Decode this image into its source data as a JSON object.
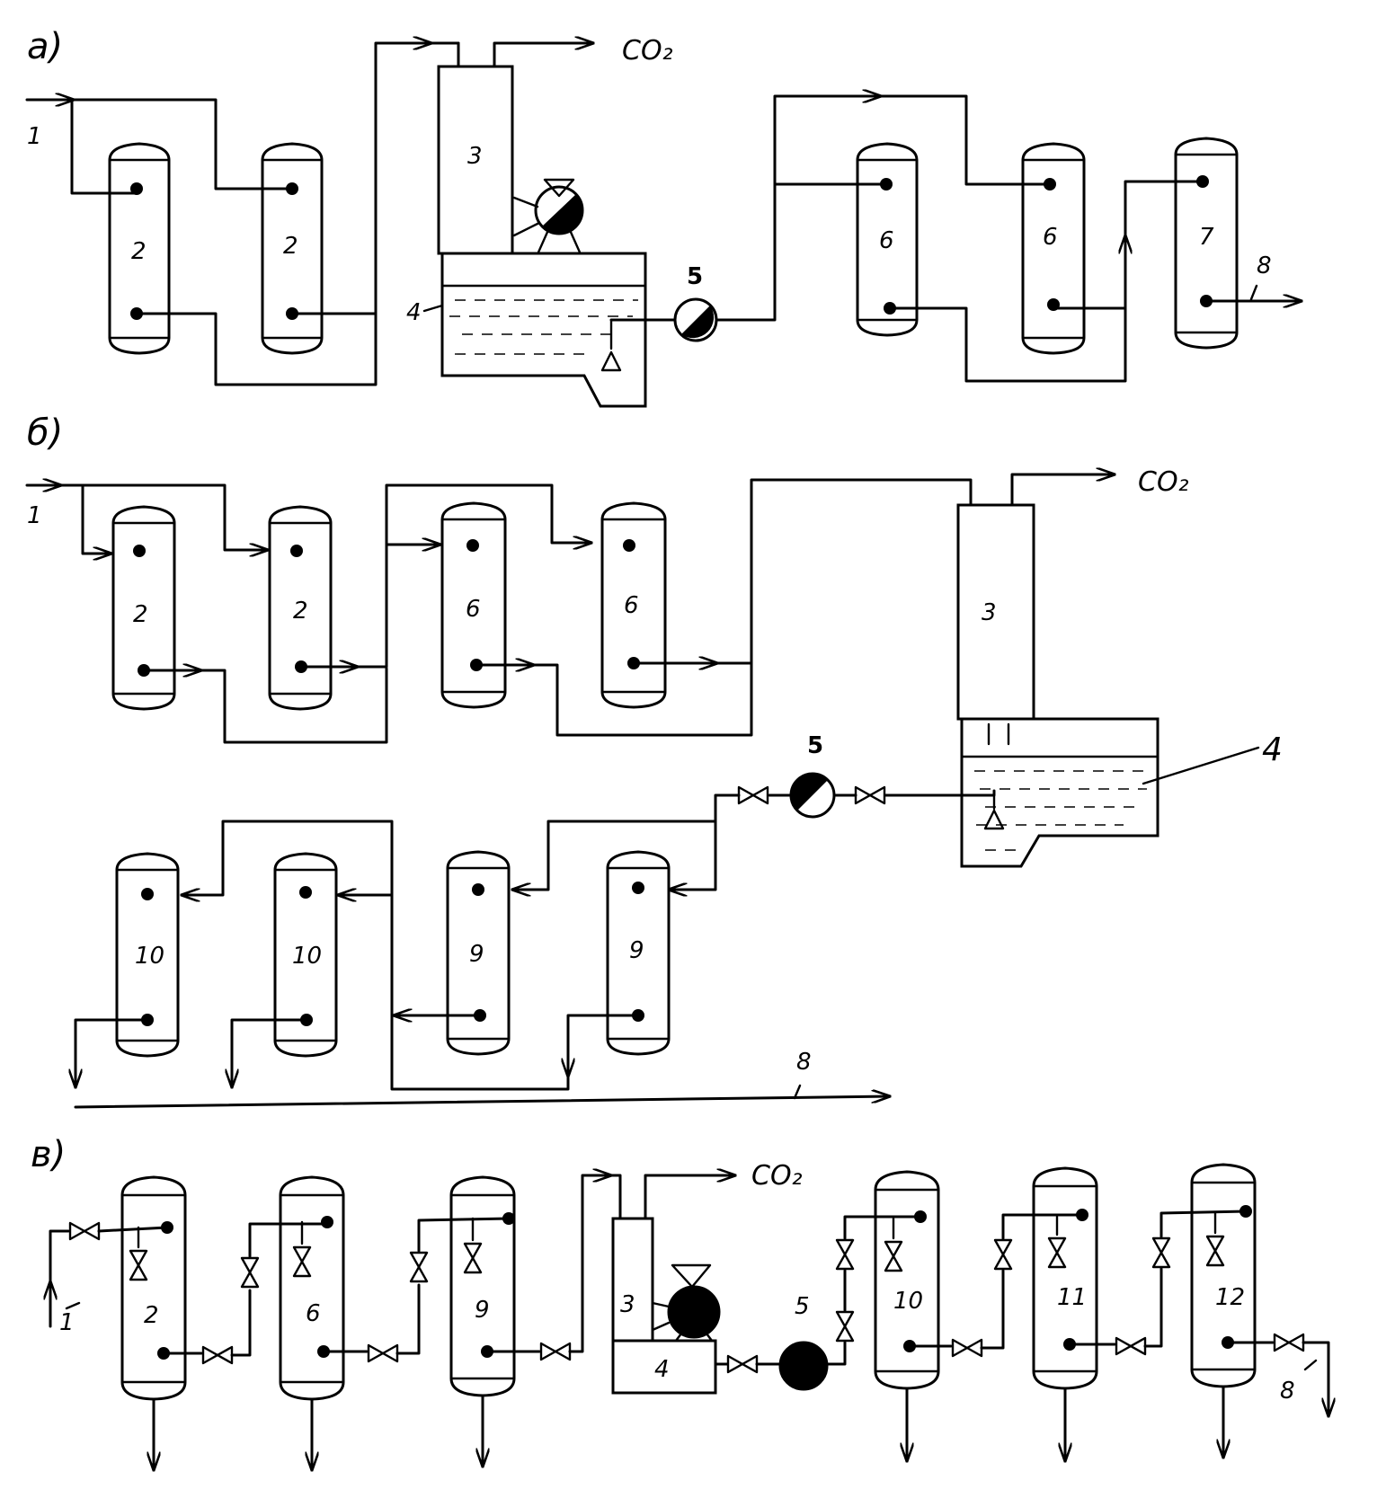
{
  "sections": {
    "a": {
      "letter": "а)",
      "inlet": "1",
      "outlet": "8",
      "gas": "CO₂",
      "vessels": [
        "2",
        "2",
        "3",
        "4",
        "5",
        "6",
        "6",
        "7"
      ]
    },
    "b": {
      "letter": "б)",
      "inlet": "1",
      "outlet": "8",
      "gas": "CO₂",
      "vessels": [
        "2",
        "2",
        "6",
        "6",
        "3",
        "4",
        "5",
        "10",
        "10",
        "9",
        "9"
      ]
    },
    "c": {
      "letter": "в)",
      "inlet": "1",
      "outlet": "8",
      "gas": "CO₂",
      "vessels": [
        "2",
        "6",
        "9",
        "3",
        "4",
        "5",
        "10",
        "11",
        "12"
      ]
    }
  }
}
